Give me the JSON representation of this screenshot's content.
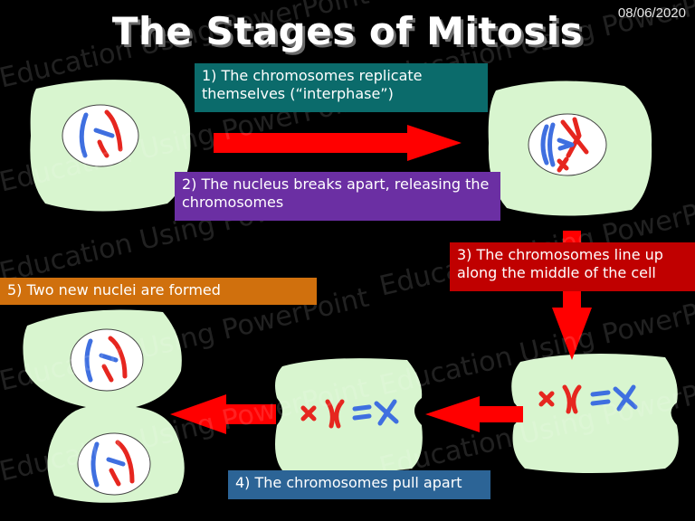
{
  "header": {
    "title": "The Stages of Mitosis",
    "date": "08/06/2020"
  },
  "steps": [
    {
      "text": "1) The chromosomes replicate themselves (“interphase”)",
      "color": "#0b6b6b"
    },
    {
      "text": "2) The nucleus breaks apart, releasing the chromosomes",
      "color": "#6b2fa3"
    },
    {
      "text": "3) The chromosomes line up along the middle of the cell",
      "color": "#c00000"
    },
    {
      "text": "4) The chromosomes pull apart",
      "color": "#2c6496"
    },
    {
      "text": "5) Two new nuclei are formed",
      "color": "#d0700d"
    }
  ],
  "watermark": "Education Using PowerPoint",
  "colors": {
    "background": "#000000",
    "cell": "#d8f5cf",
    "nucleus": "#ffffff",
    "chromosome_red": "#e6261f",
    "chromosome_blue": "#3f6fe0",
    "arrow": "#ff0000"
  }
}
